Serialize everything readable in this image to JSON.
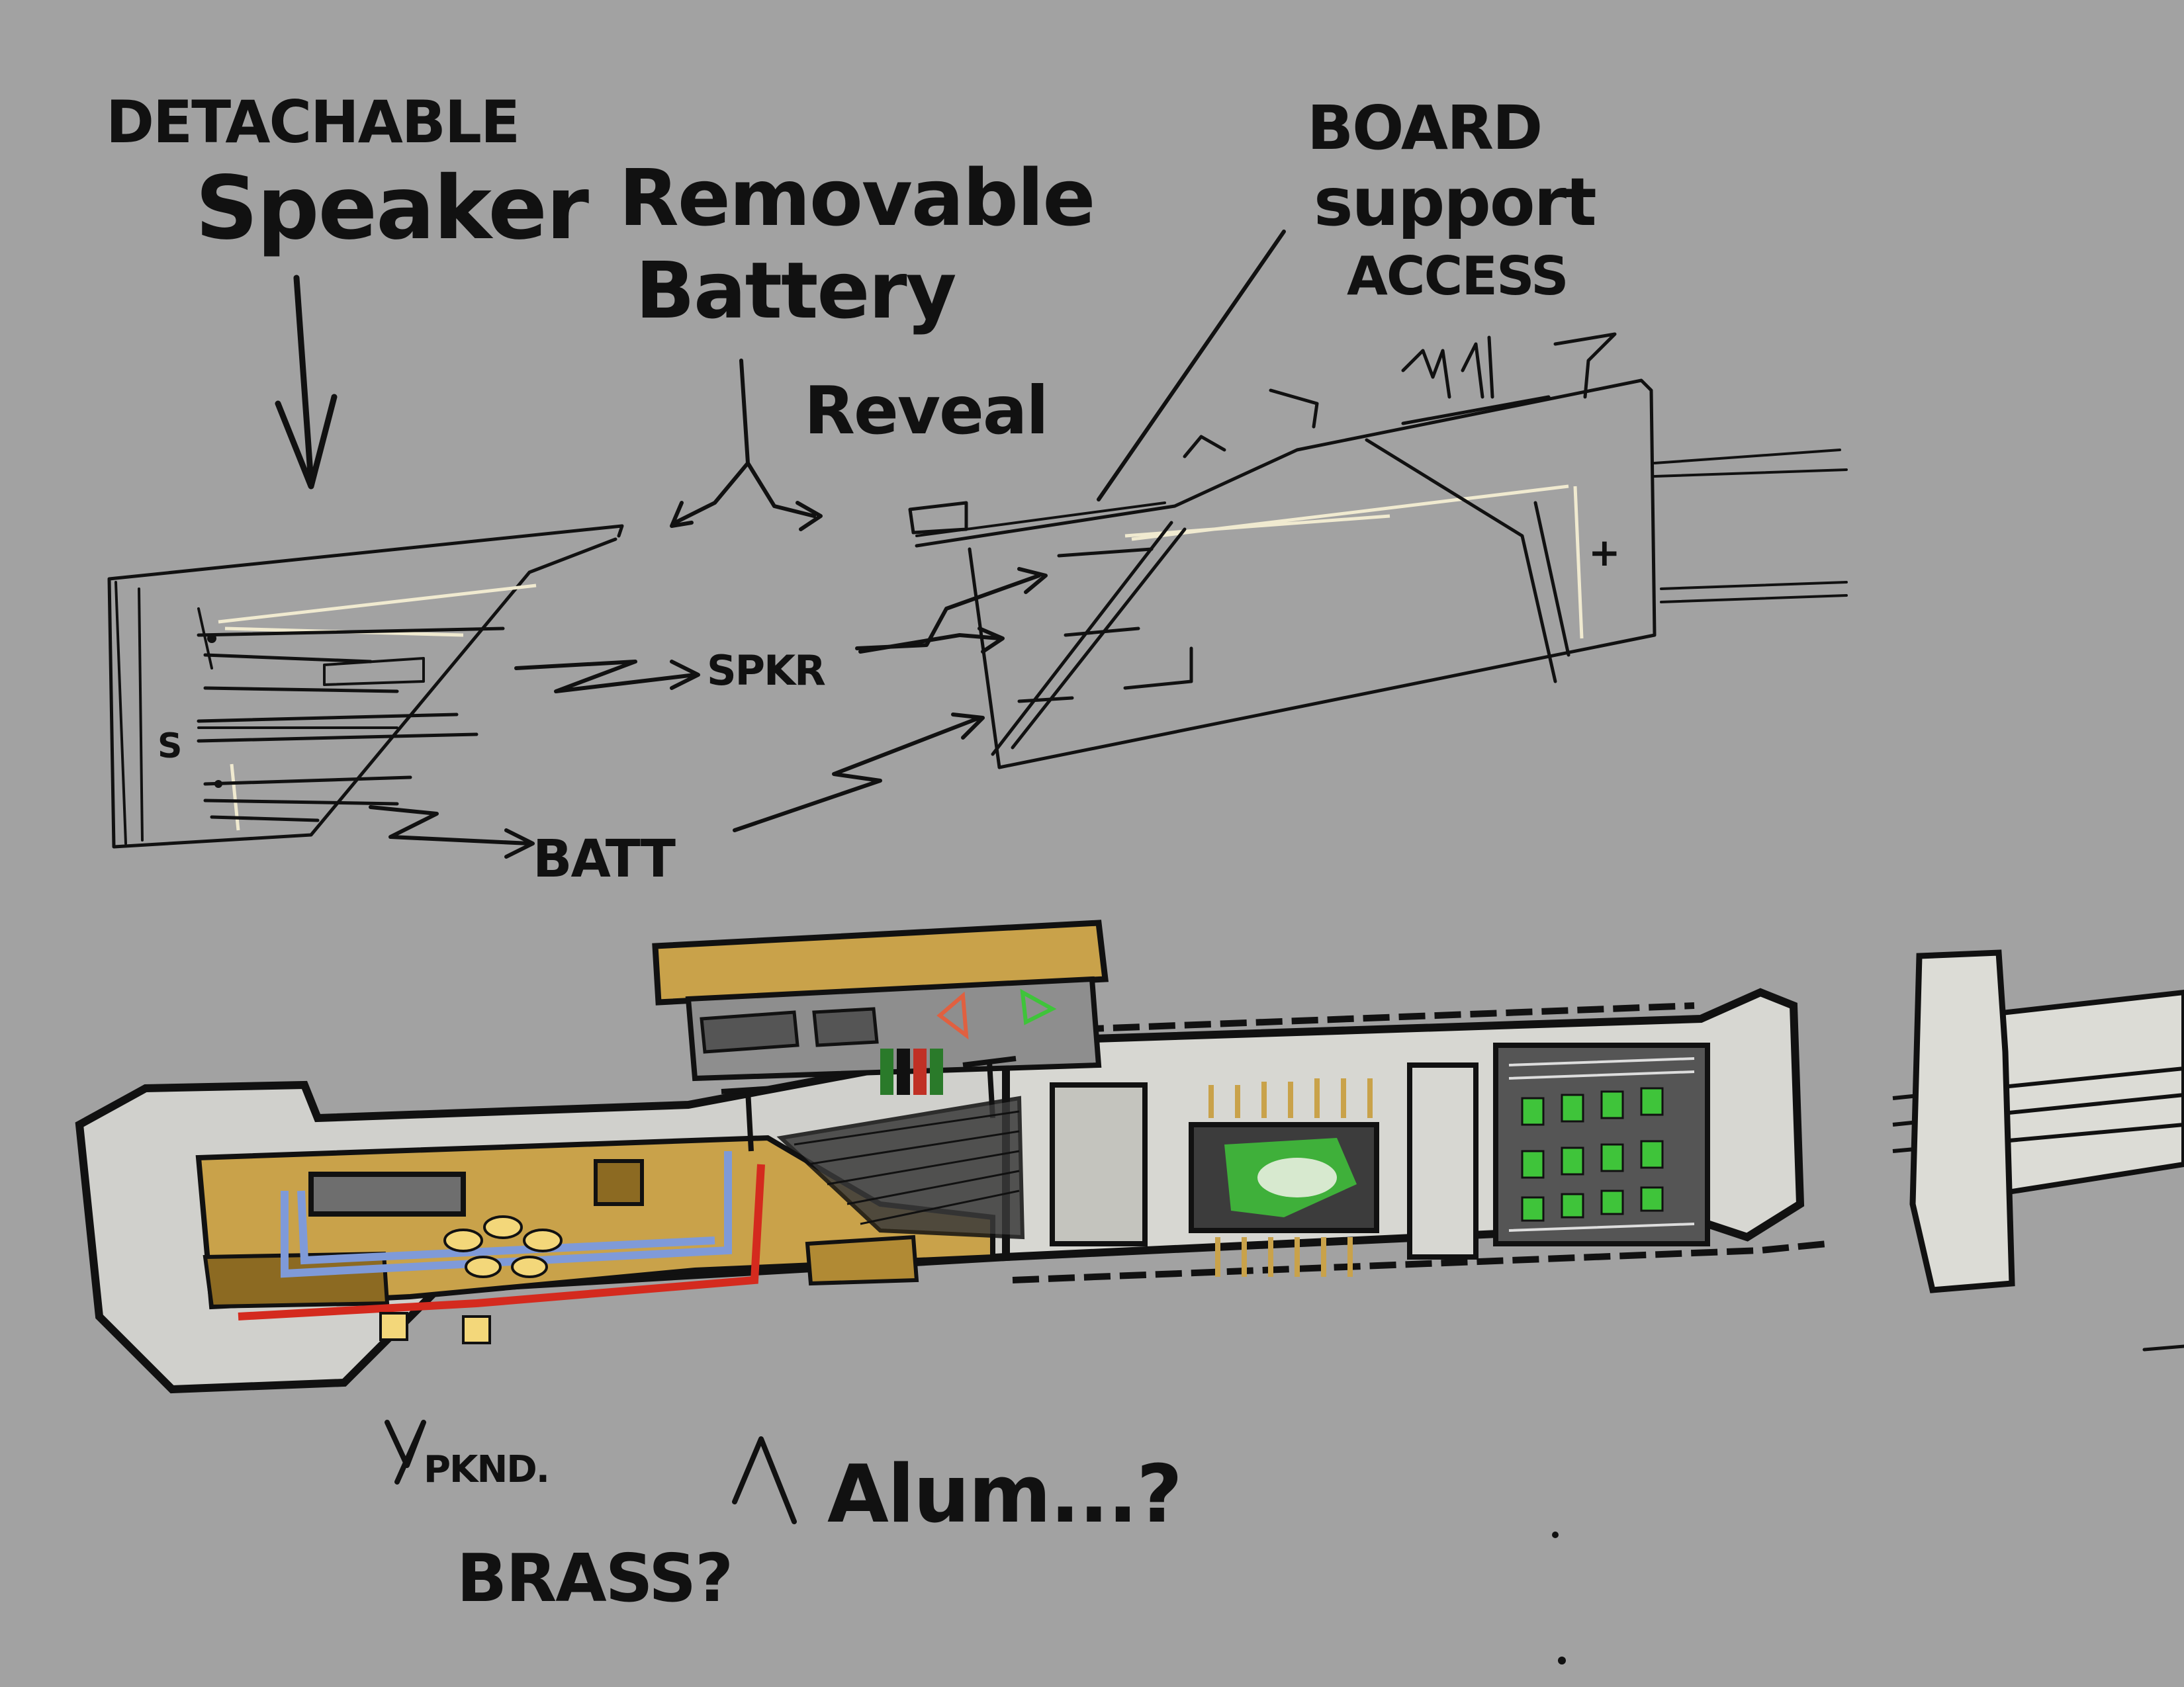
{
  "labels": {
    "detachable": "DETACHABLE",
    "speaker": "Speaker",
    "removable": "Removable",
    "battery": "Battery",
    "reveal": "Reveal",
    "board": "BOARD",
    "support": "support",
    "access": "ACCESS",
    "spkr": "SPKR",
    "batt": "BATT",
    "s_mark": "S",
    "plus_mark": "+",
    "pknd": "PKND.",
    "brass": "BRASS?",
    "alum": "Alum...?"
  },
  "colors": {
    "background": "#a2a2a2",
    "ink": "#111111",
    "brass": "#c9a24a",
    "brass_dark": "#8c6a22",
    "aluminum": "#dcdcd6",
    "wire_red": "#d42a1e",
    "wire_blue": "#7f9ad8",
    "pcb_green": "#3fc43a",
    "cream_line": "#f0ead0"
  }
}
